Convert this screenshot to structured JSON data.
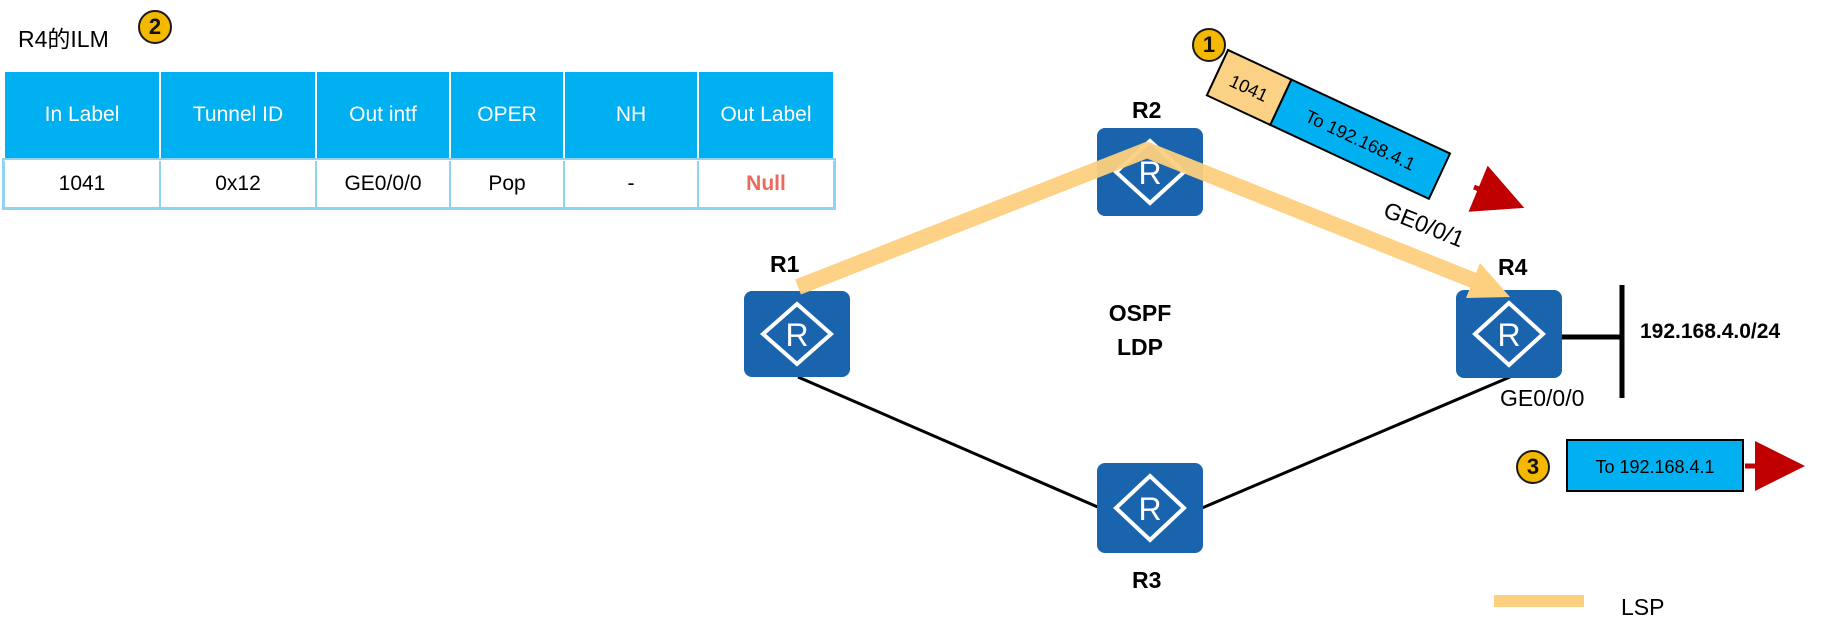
{
  "ilm": {
    "title": "R4的ILM",
    "badge": "2",
    "headers": [
      "In Label",
      "Tunnel ID",
      "Out intf",
      "OPER",
      "NH",
      "Out Label"
    ],
    "row": [
      "1041",
      "0x12",
      "GE0/0/0",
      "Pop",
      "-",
      "Null"
    ]
  },
  "nodes": {
    "r1": "R1",
    "r2": "R2",
    "r3": "R3",
    "r4": "R4",
    "icon_letter": "R"
  },
  "protocols": {
    "line1": "OSPF",
    "line2": "LDP"
  },
  "interfaces": {
    "r4_in": "GE0/0/1",
    "r4_out": "GE0/0/0"
  },
  "subnet": "192.168.4.0/24",
  "packet_labeled": {
    "badge": "1",
    "label": "1041",
    "payload": "To 192.168.4.1"
  },
  "packet_unlabeled": {
    "badge": "3",
    "payload": "To 192.168.4.1"
  },
  "legend": {
    "lsp": "LSP"
  },
  "colors": {
    "router": "#1a64ad",
    "lsp": "#fdd07f",
    "table_header": "#00b0f0",
    "label_box": "#fbd186",
    "payload_box": "#00b0f0",
    "arrow": "#c00000",
    "badge": "#f5b800",
    "null_text": "#ea6a5c"
  }
}
